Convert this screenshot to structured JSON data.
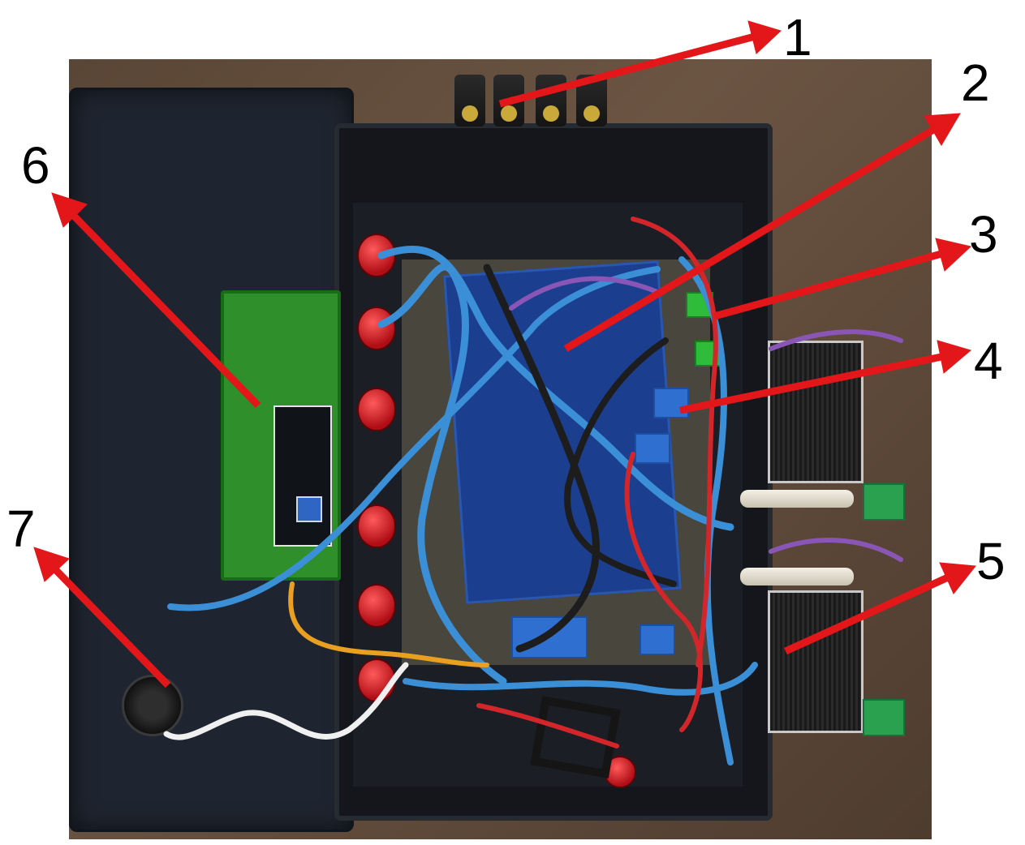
{
  "labels": {
    "one": "1",
    "two": "2",
    "three": "3",
    "four": "4",
    "five": "5",
    "six": "6",
    "seven": "7"
  },
  "colors": {
    "arrow": "#e3171a",
    "label": "#000000",
    "background": "#ffffff"
  }
}
